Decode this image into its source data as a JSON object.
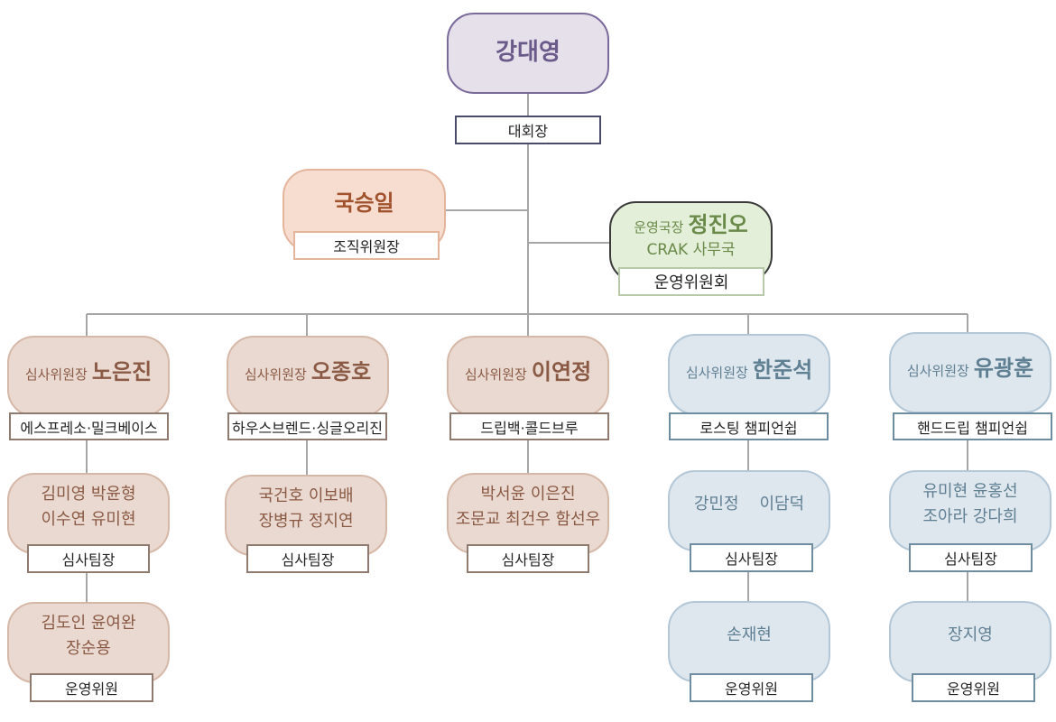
{
  "president": {
    "name": "강대영",
    "title": "대회장"
  },
  "organizing": {
    "name": "국승일",
    "title": "조직위원장"
  },
  "operations": {
    "role": "운영국장",
    "name": "정진오",
    "org": "CRAK 사무국",
    "title": "운영위원회"
  },
  "columns": [
    {
      "role": "심사위원장",
      "name": "노은진",
      "category": "에스프레소·밀크베이스",
      "team": {
        "line1": "김미영  박윤형",
        "line2": "이수연  유미현",
        "label": "심사팀장"
      },
      "staff": {
        "line1": "김도인  윤여완",
        "line2": "장순용",
        "label": "운영위원"
      }
    },
    {
      "role": "심사위원장",
      "name": "오종호",
      "category": "하우스브렌드·싱글오리진",
      "team": {
        "line1": "국건호  이보배",
        "line2": "장병규  정지연",
        "label": "심사팀장"
      }
    },
    {
      "role": "심사위원장",
      "name": "이연정",
      "category": "드립백·콜드브루",
      "team": {
        "line1": "박서윤  이은진",
        "line2": "조문교  최건우  함선우",
        "label": "심사팀장"
      }
    },
    {
      "role": "심사위원장",
      "name": "한준석",
      "category": "로스팅 챔피언쉽",
      "team": {
        "line1": "강민정    이담덕",
        "line2": "",
        "label": "심사팀장"
      },
      "staff": {
        "line1": "손재현",
        "line2": "",
        "label": "운영위원"
      }
    },
    {
      "role": "심사위원장",
      "name": "유광훈",
      "category": "핸드드립 챔피언쉽",
      "team": {
        "line1": "유미현  윤홍선",
        "line2": "조아라  강다희",
        "label": "심사팀장"
      },
      "staff": {
        "line1": "장지영",
        "line2": "",
        "label": "운영위원"
      }
    }
  ],
  "colors": {
    "connector": "#a6a6a6",
    "top": "#e6e0ea",
    "peach": "#f7ddd0",
    "green": "#e3efd8",
    "brown": "#ead9d0",
    "blue": "#dfe7ee"
  }
}
